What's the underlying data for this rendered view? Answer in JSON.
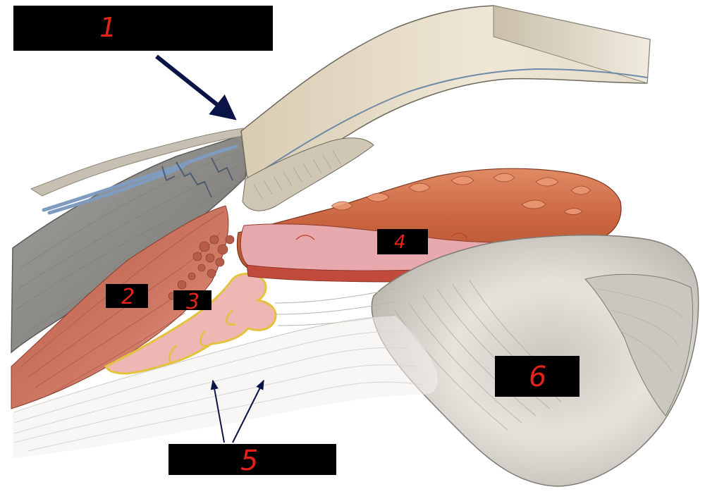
{
  "labels": [
    {
      "id": "1",
      "text": "1"
    },
    {
      "id": "2",
      "text": "2"
    },
    {
      "id": "3",
      "text": "3"
    },
    {
      "id": "4",
      "text": "4"
    },
    {
      "id": "5",
      "text": "5"
    },
    {
      "id": "6",
      "text": "6"
    }
  ],
  "colors": {
    "label_box": "#000000",
    "label_number": "#e2231a",
    "arrow": "#0b1446",
    "sclera": "#8f8e8b",
    "cornea": "#e3d8c0",
    "ciliary_muscle": "#c96a55",
    "ciliary_epithelium": "#efb7b4",
    "iris_stroma": "#d4734e",
    "lens": "#dcd9d3",
    "zonular_fibers": "#f2f1ee",
    "veins": "#7f9cc0"
  }
}
